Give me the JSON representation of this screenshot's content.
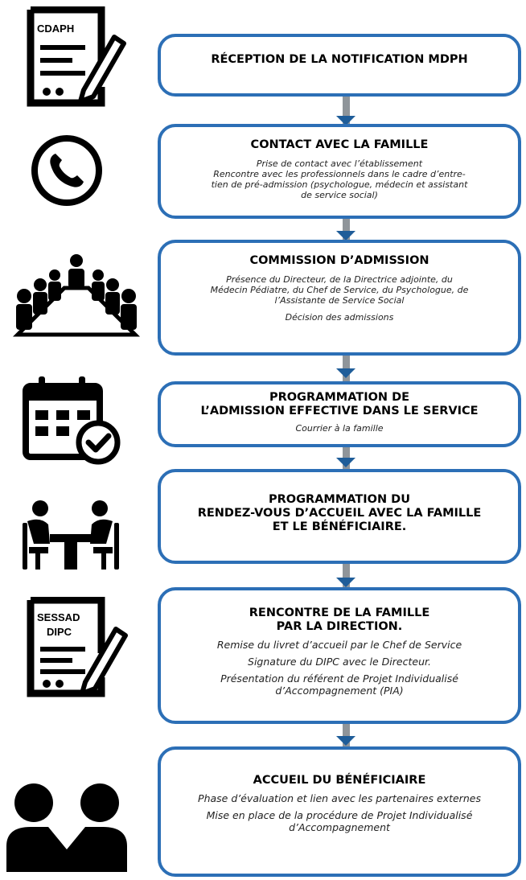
{
  "steps": [
    {
      "title": "RÉCEPTION DE LA NOTIFICATION MDPH",
      "lines": []
    },
    {
      "title": "CONTACT AVEC LA FAMILLE",
      "lines": [
        "Prise de contact avec l’établissement",
        "Rencontre avec les professionnels dans le cadre d’entre-",
        "tien de pré-admission (psychologue, médecin et assistant",
        "de service social)"
      ]
    },
    {
      "title": "COMMISSION D’ADMISSION",
      "lines": [
        "Présence du Directeur, de la Directrice adjointe, du",
        "Médecin Pédiatre, du Chef de Service, du Psychologue, de",
        "l’Assistante de Service Social",
        "Décision des admissions"
      ]
    },
    {
      "title_line1": "PROGRAMMATION DE",
      "title_line2": "L’ADMISSION EFFECTIVE DANS LE SERVICE",
      "lines": [
        "Courrier à la famille"
      ]
    },
    {
      "title_line1": "PROGRAMMATION DU",
      "title_line2": "RENDEZ-VOUS D’ACCUEIL AVEC LA FAMILLE",
      "title_line3": "ET LE BÉNÉFICIAIRE.",
      "lines": []
    },
    {
      "title_line1": "RENCONTRE DE LA FAMILLE",
      "title_line2": "PAR LA DIRECTION.",
      "lines": [
        "Remise du livret d’accueil par le Chef de Service",
        "Signature du DIPC avec le Directeur.",
        "Présentation du référent de Projet Individualisé",
        "d’Accompagnement (PIA)"
      ]
    },
    {
      "title": "ACCUEIL DU BÉNÉFICIAIRE",
      "lines": [
        "Phase d’évaluation et lien avec les partenaires externes",
        "Mise en place de la procédure de Projet Individualisé",
        "d’Accompagnement"
      ]
    }
  ],
  "icons": {
    "doc1_label": "CDAPH",
    "doc2_label1": "SESSAD",
    "doc2_label2": "DIPC"
  },
  "colors": {
    "box_border": "#2c6fb6",
    "arrow": "#1f5d99",
    "connector": "#8f959a",
    "icon": "#000000"
  }
}
